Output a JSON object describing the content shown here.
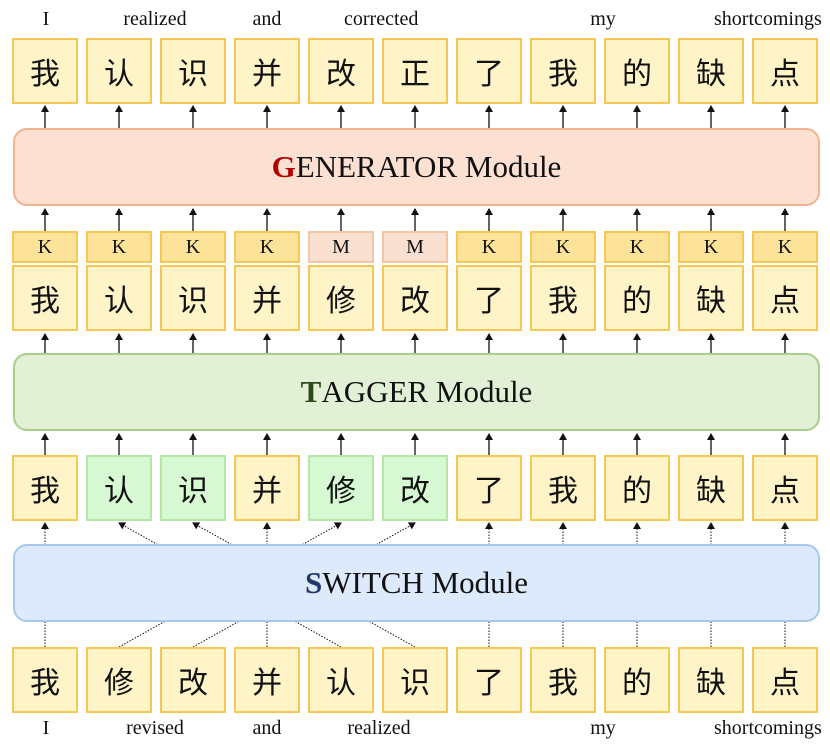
{
  "colors": {
    "generator_initial": "#b00000",
    "tagger_initial": "#2e4a1c",
    "switch_initial": "#1f3868",
    "token_fill": "#fff3c8",
    "token_border": "#f5c755",
    "switched_fill": "#d6f8d2",
    "keep_tag_fill": "#fde29a",
    "modify_tag_fill": "#f9e0d0"
  },
  "top_words": [
    "I",
    "realized",
    "and",
    "corrected",
    "",
    "my",
    "shortcomings"
  ],
  "bottom_words": [
    "I",
    "revised",
    "and",
    "realized",
    "",
    "my",
    "shortcomings"
  ],
  "output_tokens": [
    "我",
    "认",
    "识",
    "并",
    "改",
    "正",
    "了",
    "我",
    "的",
    "缺",
    "点"
  ],
  "generator": {
    "initial": "G",
    "rest": "ENERATOR Module"
  },
  "tags": [
    "K",
    "K",
    "K",
    "K",
    "M",
    "M",
    "K",
    "K",
    "K",
    "K",
    "K"
  ],
  "tagged_tokens": [
    "我",
    "认",
    "识",
    "并",
    "修",
    "改",
    "了",
    "我",
    "的",
    "缺",
    "点"
  ],
  "tagger": {
    "initial": "T",
    "rest": "AGGER Module"
  },
  "switched_tokens": [
    "我",
    "认",
    "识",
    "并",
    "修",
    "改",
    "了",
    "我",
    "的",
    "缺",
    "点"
  ],
  "switched_highlight": [
    false,
    true,
    true,
    false,
    true,
    true,
    false,
    false,
    false,
    false,
    false
  ],
  "switch": {
    "initial": "S",
    "rest": "WITCH Module"
  },
  "input_tokens": [
    "我",
    "修",
    "改",
    "并",
    "认",
    "识",
    "了",
    "我",
    "的",
    "缺",
    "点"
  ],
  "switch_mapping": [
    0,
    4,
    5,
    3,
    1,
    2,
    6,
    7,
    8,
    9,
    10
  ]
}
